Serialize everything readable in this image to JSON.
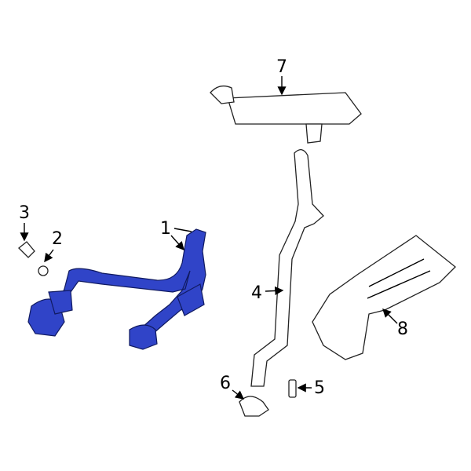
{
  "callouts": [
    "1",
    "2",
    "3",
    "4",
    "5",
    "6",
    "7",
    "8"
  ],
  "colors": {
    "highlight": "#3044c8",
    "outline": "#222222"
  }
}
